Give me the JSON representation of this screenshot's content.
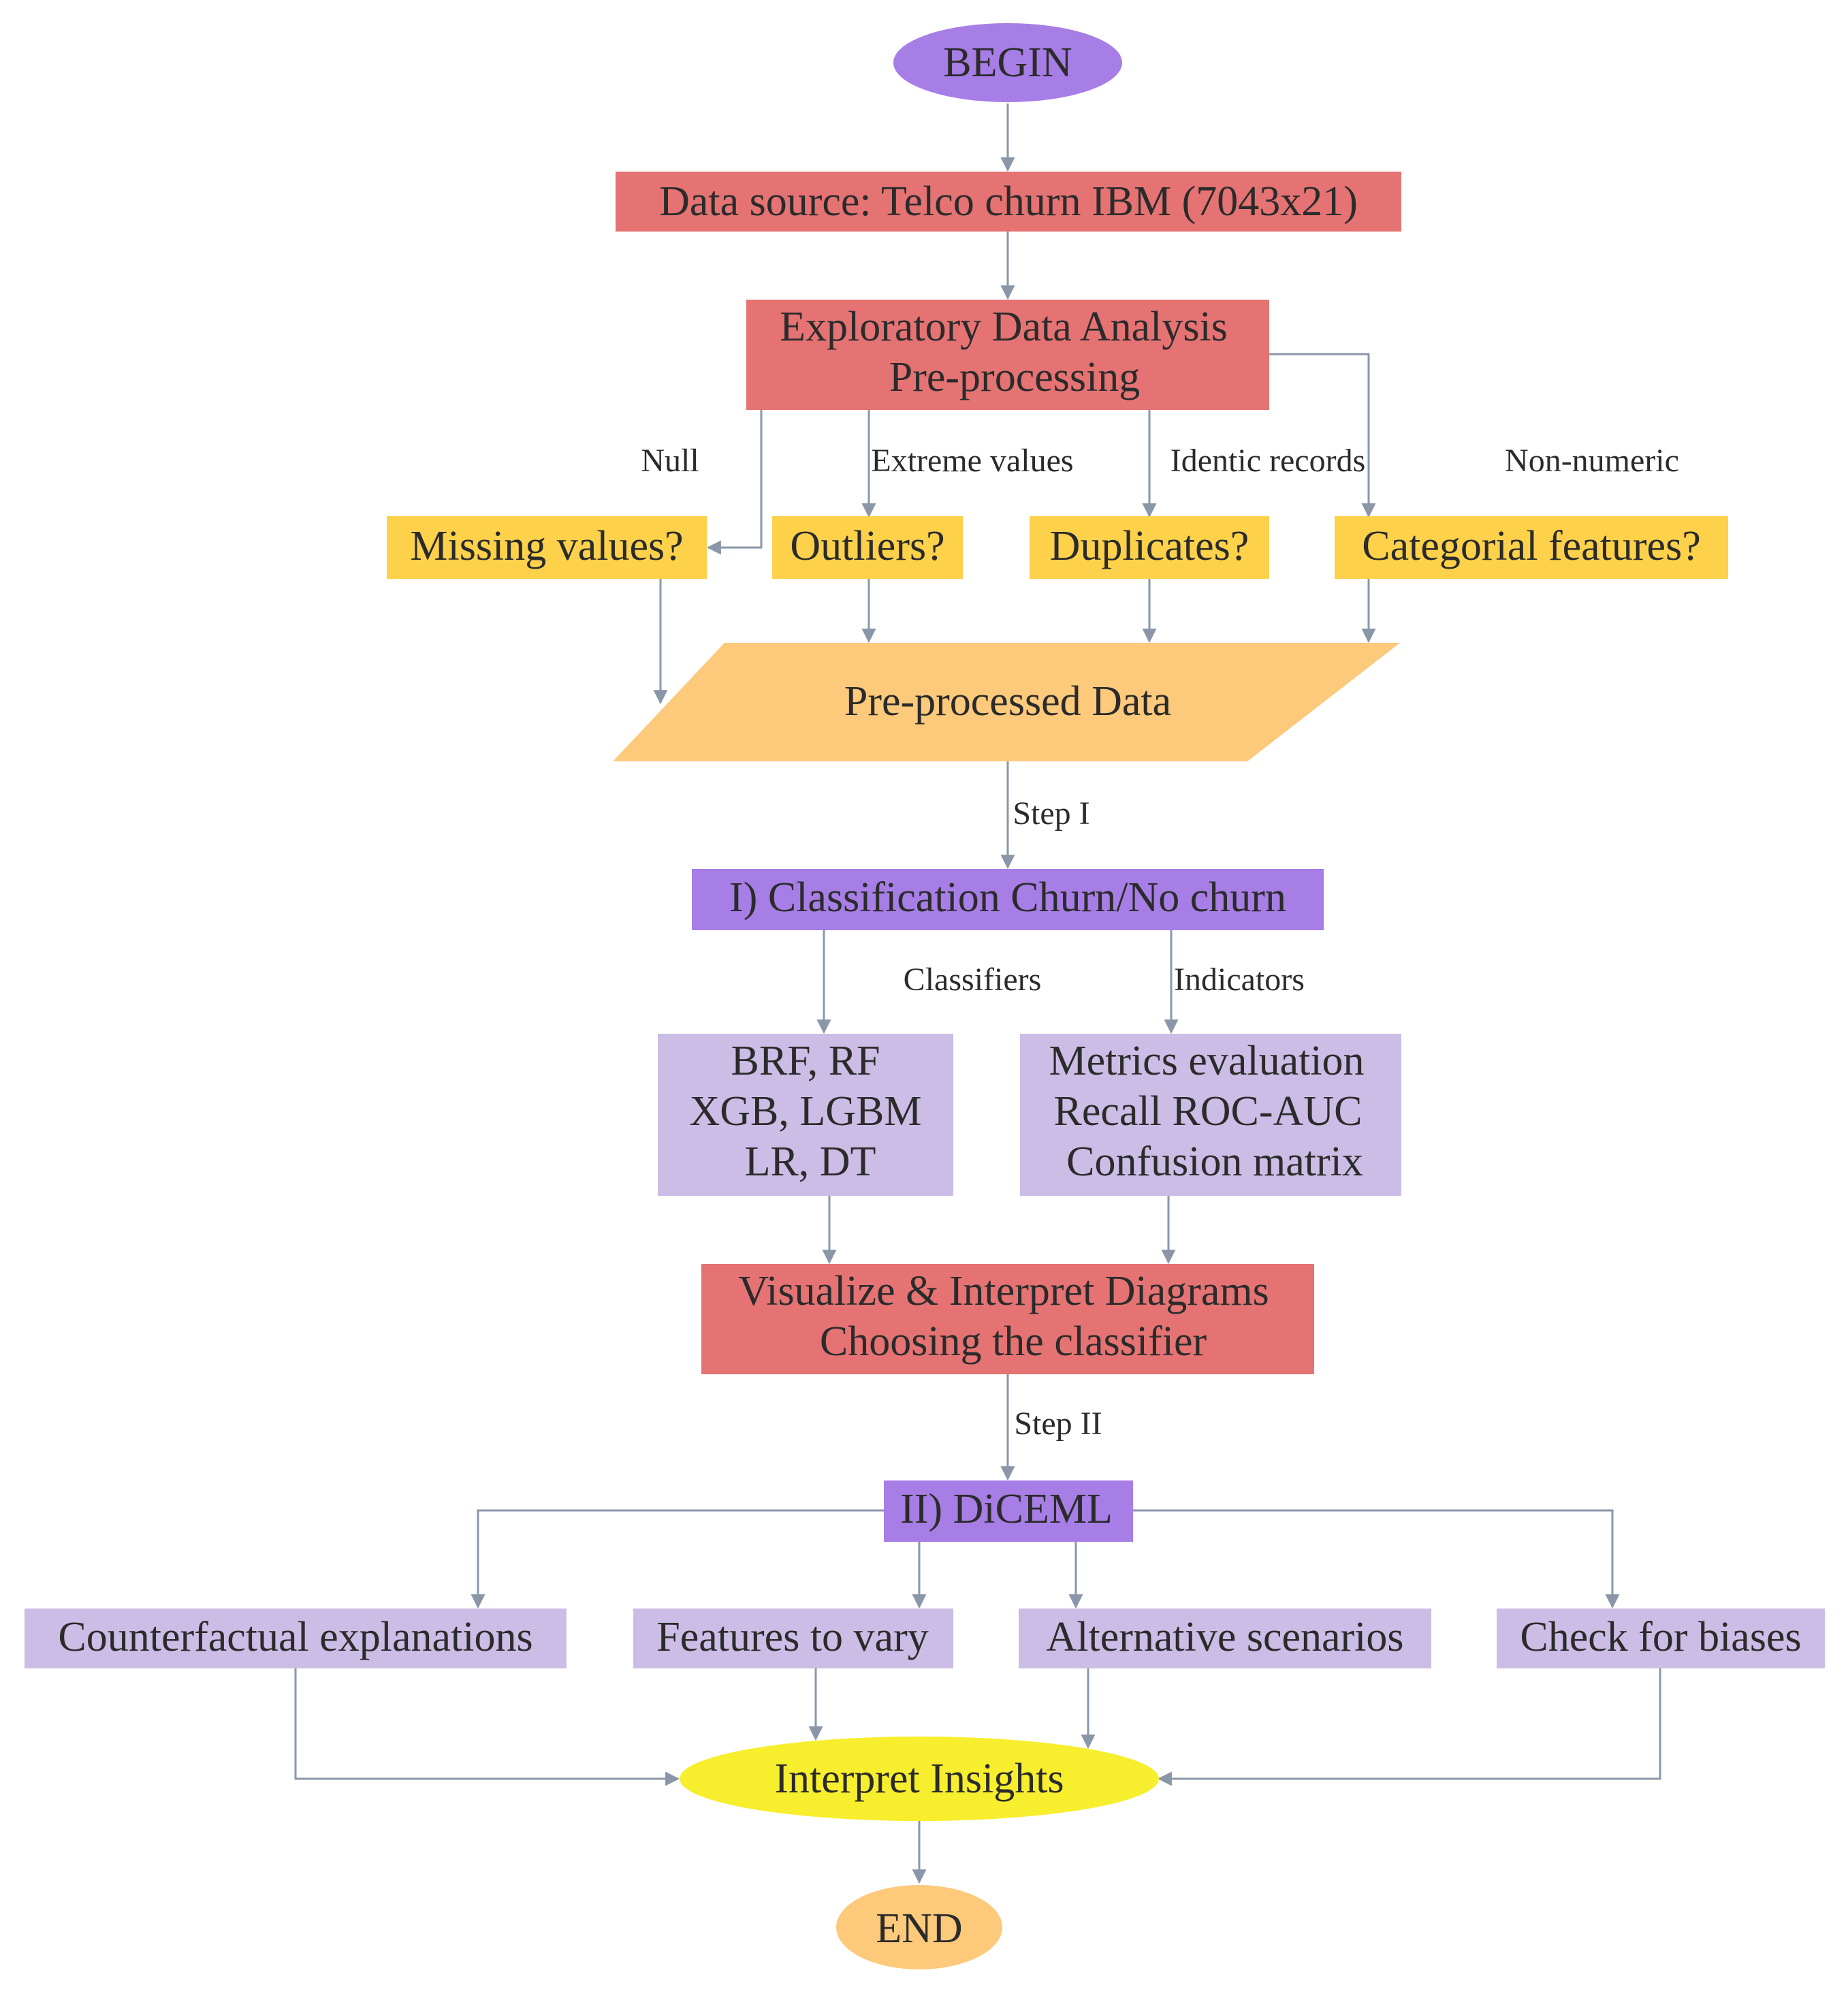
{
  "colors": {
    "red_box": "#e57373",
    "yellow_box": "#fdd14a",
    "purple_dark": "#a77de6",
    "purple_light": "#cbbde6",
    "peach": "#fdc97a",
    "yellow_ellipse": "#f7ee2e",
    "edge": "#8a97a8"
  },
  "nodes": {
    "begin": "BEGIN",
    "data_source": "Data source: Telco churn IBM (7043x21)",
    "eda_line1": "Exploratory Data Analysis",
    "eda_line2": "Pre-processing",
    "missing": "Missing values?",
    "outliers": "Outliers?",
    "duplicates": "Duplicates?",
    "categorial": "Categorial features?",
    "preprocessed": "Pre-processed Data",
    "classification": "I) Classification Churn/No churn",
    "classifiers_line1": "BRF, RF",
    "classifiers_line2": "XGB, LGBM",
    "classifiers_line3": "LR, DT",
    "metrics_line1": "Metrics evaluation",
    "metrics_line2": "Recall ROC-AUC",
    "metrics_line3": "Confusion matrix",
    "visualize_line1": "Visualize & Interpret Diagrams",
    "visualize_line2": "Choosing the classifier",
    "diceml": "II) DiCEML",
    "counterfactual": "Counterfactual explanations",
    "features_vary": "Features to vary",
    "alternative": "Alternative scenarios",
    "biases": "Check for biases",
    "insights": "Interpret Insights",
    "end": "END"
  },
  "edge_labels": {
    "null": "Null",
    "extreme": "Extreme values",
    "identic": "Identic records",
    "non_numeric": "Non-numeric",
    "step1": "Step I",
    "classifiers": "Classifiers",
    "indicators": "Indicators",
    "step2": "Step II"
  }
}
